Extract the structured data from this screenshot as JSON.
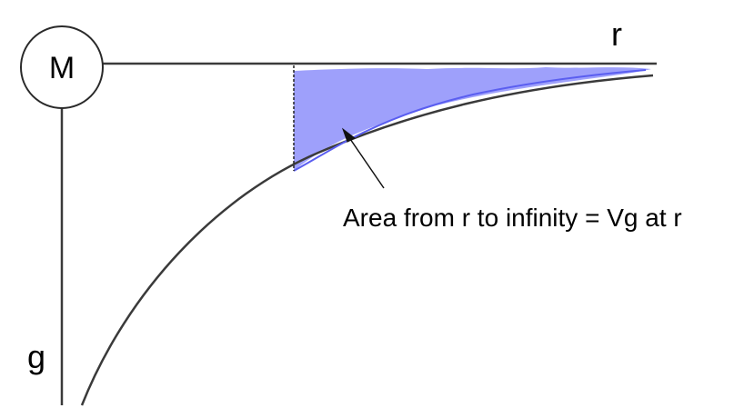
{
  "diagram": {
    "mass_label": "M",
    "r_axis_label": "r",
    "g_axis_label": "g",
    "annotation": "Area from r to infinity = Vg at r"
  },
  "colors": {
    "line": "#3a3a3a",
    "shaded_area": "#9ea0fb",
    "shaded_edge": "#5a5ef0",
    "text": "#000000"
  }
}
